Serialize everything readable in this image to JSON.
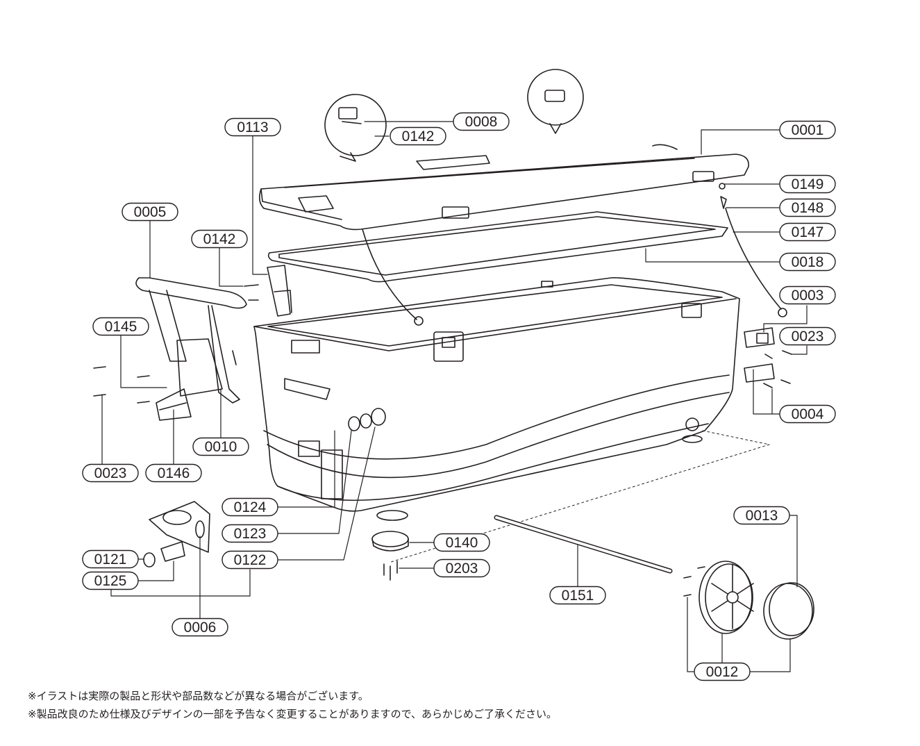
{
  "labels": {
    "p0001": "0001",
    "p0149": "0149",
    "p0148": "0148",
    "p0147": "0147",
    "p0018": "0018",
    "p0003": "0003",
    "p0023a": "0023",
    "p0004": "0004",
    "p0008": "0008",
    "p0142a": "0142",
    "p0113": "0113",
    "p0005": "0005",
    "p0142b": "0142",
    "p0145": "0145",
    "p0010": "0010",
    "p0023b": "0023",
    "p0146": "0146",
    "p0124": "0124",
    "p0123": "0123",
    "p0122": "0122",
    "p0121": "0121",
    "p0125": "0125",
    "p0006": "0006",
    "p0140": "0140",
    "p0203": "0203",
    "p0151": "0151",
    "p0013": "0013",
    "p0012": "0012"
  },
  "notes": [
    "※イラストは実際の製品と形状や部品数などが異なる場合がございます。",
    "※製品改良のため仕様及びデザインの一部を予告なく変更することがありますので、あらかじめご了承ください。"
  ]
}
